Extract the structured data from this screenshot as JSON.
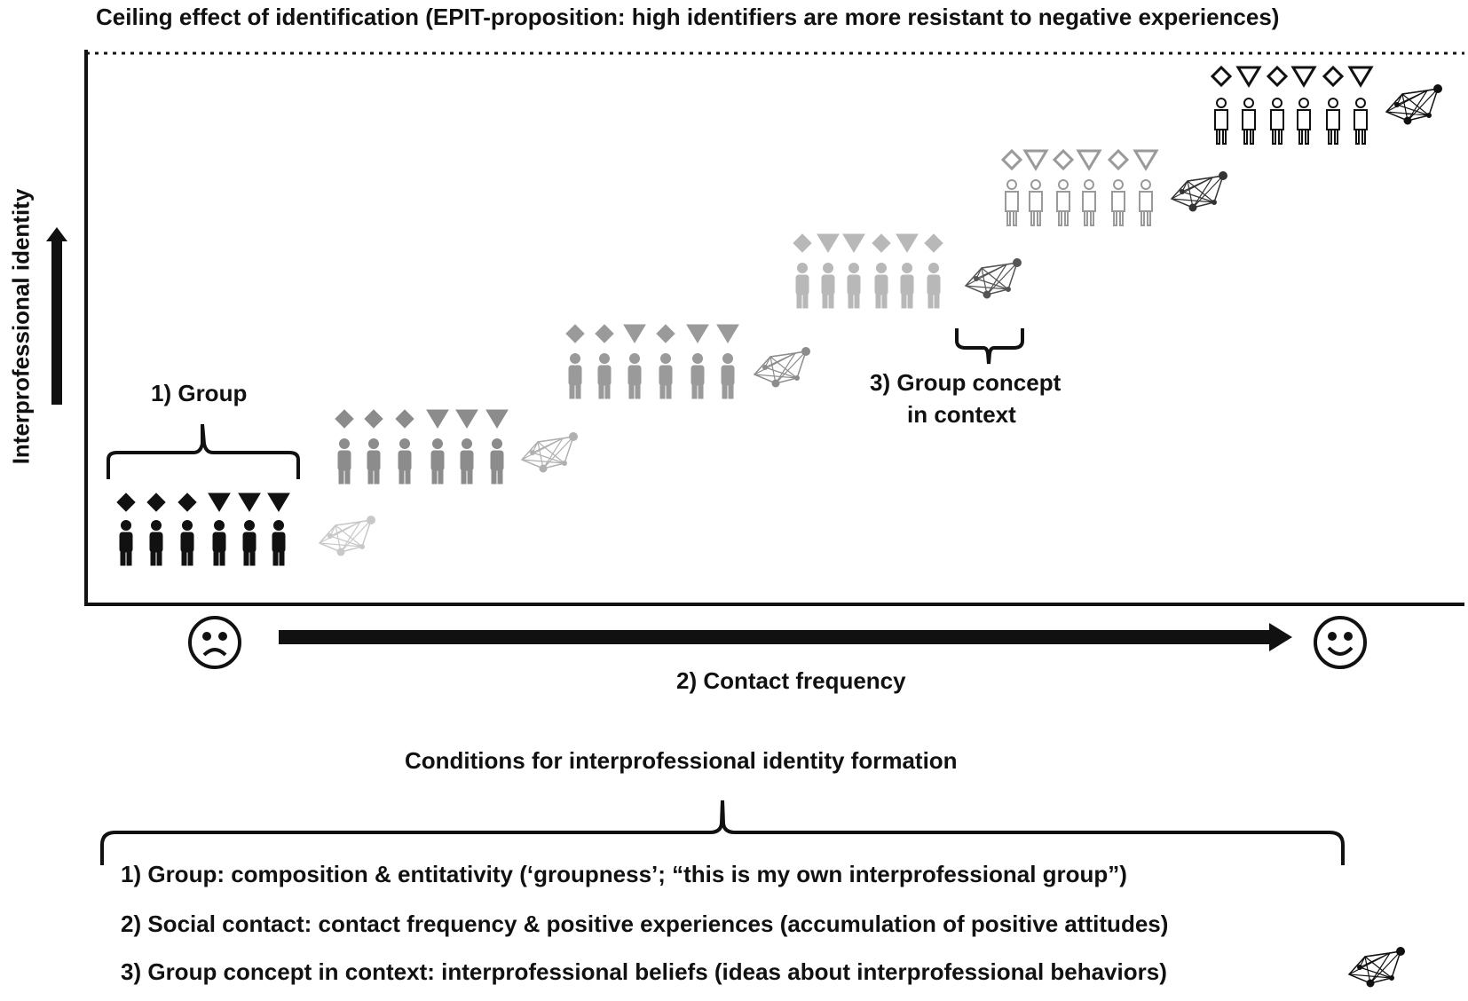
{
  "title": "Ceiling effect of identification (EPIT-proposition: high identifiers are more resistant to negative experiences)",
  "y_axis_label": "Interprofessional identity",
  "x_axis_label": "2) Contact frequency",
  "labels": {
    "group": "1) Group",
    "group_concept_line1": "3) Group concept",
    "group_concept_line2": "in context"
  },
  "conditions": {
    "title": "Conditions for interprofessional identity formation",
    "items": [
      "1) Group: composition & entitativity (‘groupness’; “this is my own interprofessional group”)",
      "2) Social contact: contact frequency & positive experiences (accumulation of positive attitudes)",
      "3) Group concept in context: interprofessional beliefs (ideas about interprofessional behaviors)"
    ]
  },
  "icons": {
    "low_contact": "sad-face-icon",
    "high_contact": "smiley-face-icon",
    "network": "network-graph-icon",
    "person": "person-icon",
    "diamond": "diamond-icon",
    "triangle": "triangle-icon"
  },
  "colors": {
    "stage1": "#111111",
    "stage2": "#8c8c8c",
    "stage3": "#9a9a9a",
    "stage4": "#b8b8b8",
    "stage5": "#9a9a9a",
    "stage6": "#111111"
  }
}
